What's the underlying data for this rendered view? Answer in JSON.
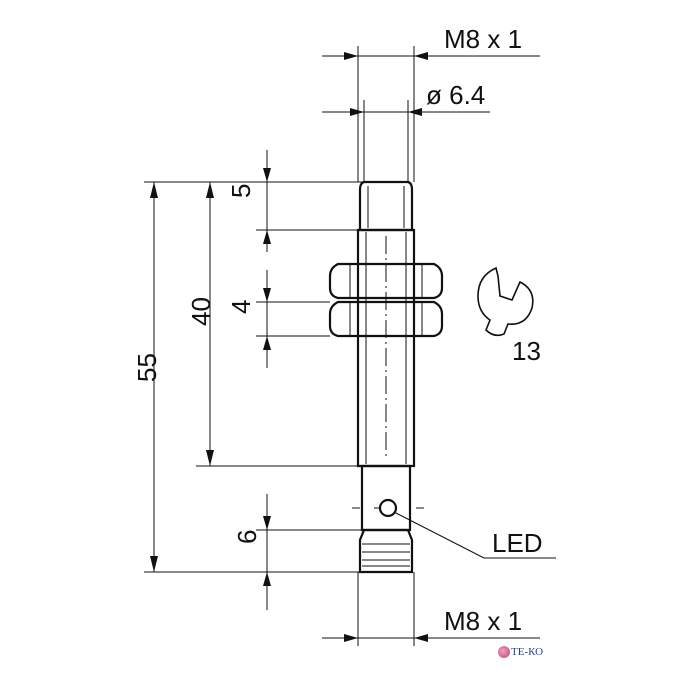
{
  "diagram": {
    "thread_top_label": "M8 x 1",
    "diameter_label": "ø 6.4",
    "dim_5_label": "5",
    "dim_40_label": "40",
    "dim_55_label": "55",
    "dim_4_label": "4",
    "dim_6_label": "6",
    "wrench_size_label": "13",
    "led_label": "LED",
    "thread_bottom_label": "M8 x 1"
  },
  "watermark": {
    "text": "ТЕ-КО"
  },
  "colors": {
    "ink": "#111111",
    "background": "#ffffff"
  }
}
